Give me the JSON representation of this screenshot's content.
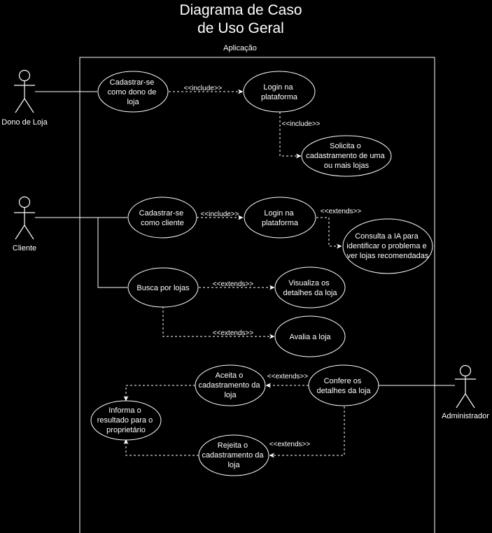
{
  "title": [
    "Diagrama de Caso",
    "de Uso Geral"
  ],
  "system_label": "Aplicação",
  "actors": {
    "dono": "Dono de Loja",
    "cliente": "Cliente",
    "admin": "Administrador"
  },
  "use_cases": {
    "cadastrar_dono": [
      "Cadastrar-se",
      "como dono de",
      "loja"
    ],
    "login_dono": [
      "Login na",
      "plataforma"
    ],
    "solicita": [
      "Solicita o",
      "cadastramento de uma",
      "ou mais lojas"
    ],
    "cadastrar_cliente": [
      "Cadastrar-se",
      "como cliente"
    ],
    "login_cliente": [
      "Login na",
      "plataforma"
    ],
    "consulta_ia": [
      "Consulta a IA para",
      "identificar o problema e",
      "ver lojas recomendadas"
    ],
    "busca": [
      "Busca por lojas"
    ],
    "visualiza": [
      "Visualiza os",
      "detalhes da loja"
    ],
    "avalia": [
      "Avalia a loja"
    ],
    "aceita": [
      "Aceita o",
      "cadastramento da",
      "loja"
    ],
    "confere": [
      "Confere os",
      "detalhes da loja"
    ],
    "informa": [
      "Informa o",
      "resultado para o",
      "proprietário"
    ],
    "rejeita": [
      "Rejeita o",
      "cadastramento da",
      "loja"
    ]
  },
  "relations": {
    "include": "<<include>>",
    "extends": "<<extends>>"
  },
  "colors": {
    "background": "#000000",
    "stroke": "#ffffff",
    "text": "#ffffff"
  }
}
